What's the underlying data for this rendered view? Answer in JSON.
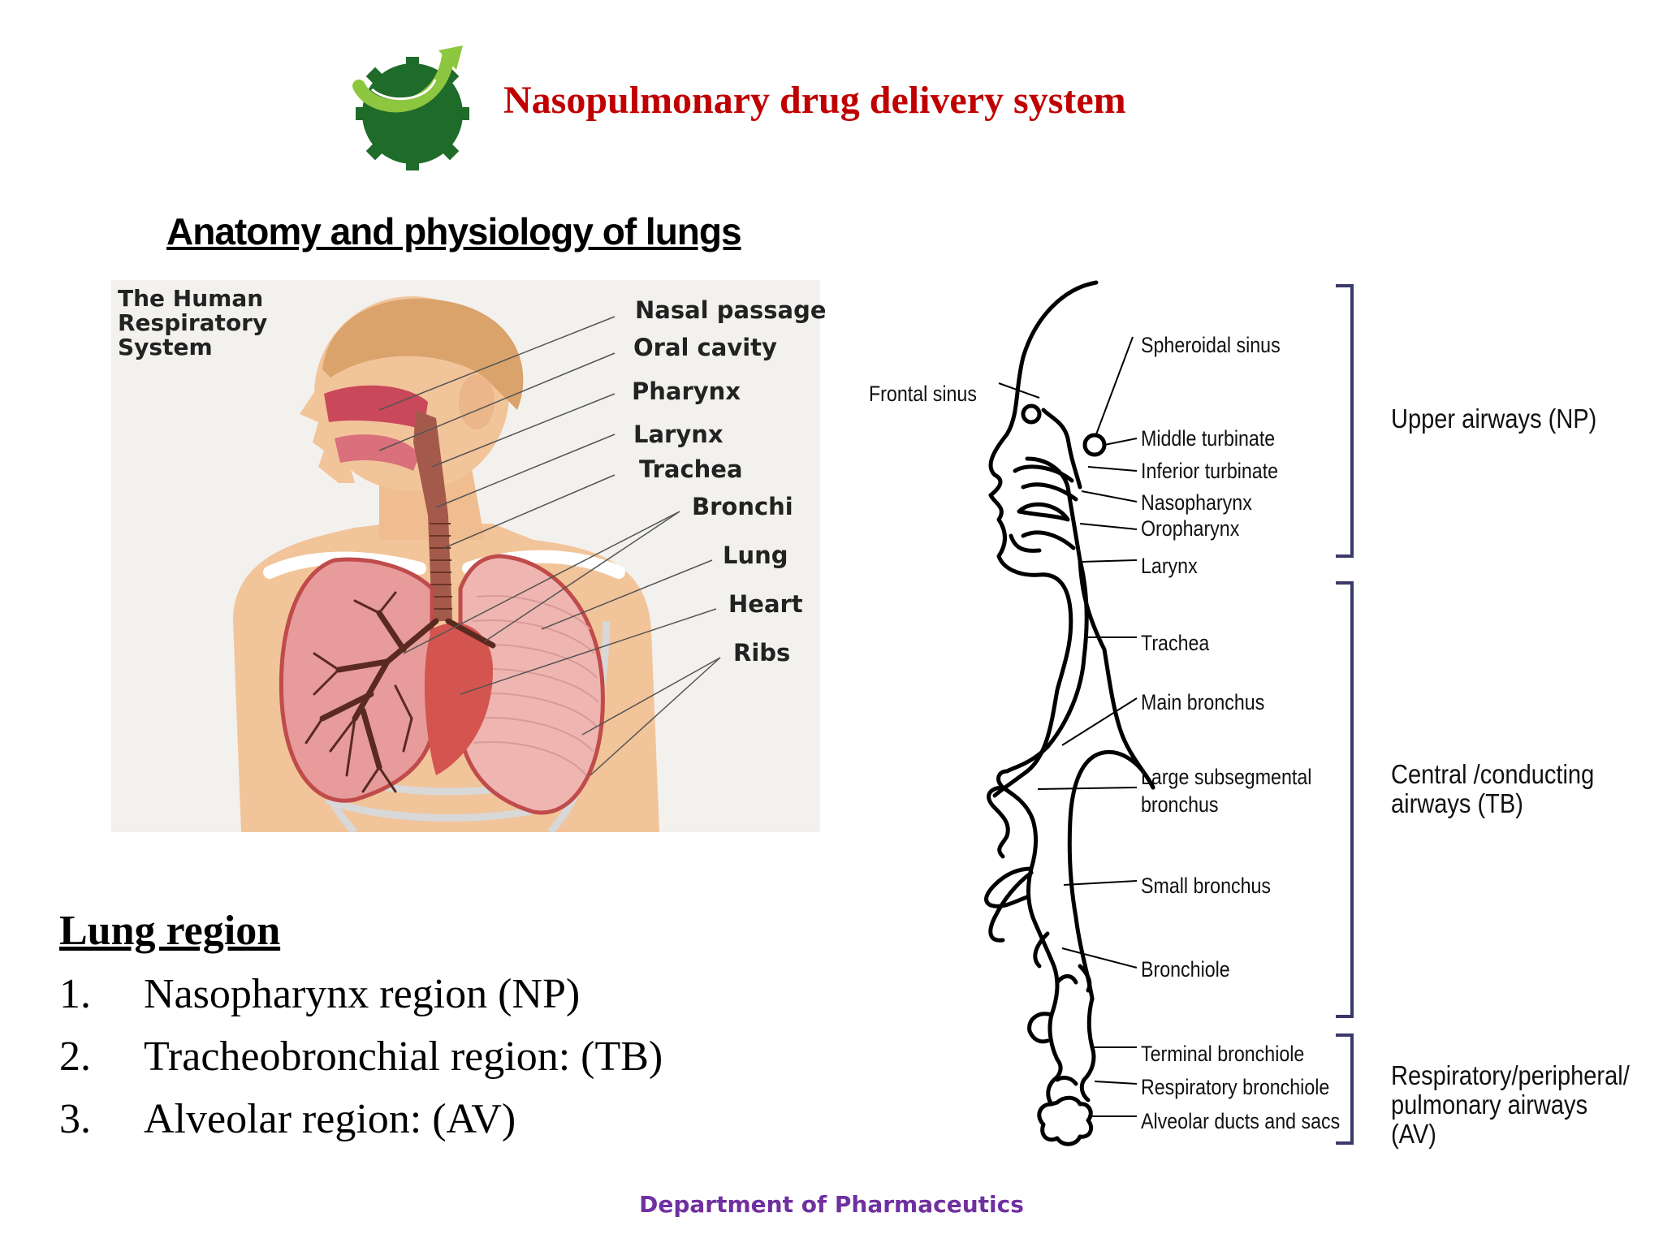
{
  "header": {
    "title": "Nasopulmonary drug delivery system"
  },
  "section": {
    "title": "Anatomy and physiology of lungs"
  },
  "respiratory_figure": {
    "caption_lines": [
      "The Human",
      "Respiratory",
      "System"
    ],
    "labels": [
      "Nasal passage",
      "Oral cavity",
      "Pharynx",
      "Larynx",
      "Trachea",
      "Bronchi",
      "Lung",
      "Heart",
      "Ribs"
    ]
  },
  "airway_figure": {
    "labels": {
      "frontal_sinus": "Frontal sinus",
      "spheroidal_sinus": "Spheroidal sinus",
      "middle_turbinate": "Middle turbinate",
      "inferior_turbinate": "Inferior turbinate",
      "nasopharynx": "Nasopharynx",
      "oropharynx": "Oropharynx",
      "larynx": "Larynx",
      "trachea": "Trachea",
      "main_bronchus": "Main bronchus",
      "large_subsegmental_1": "Large subsegmental",
      "large_subsegmental_2": "bronchus",
      "small_bronchus": "Small bronchus",
      "bronchiole": "Bronchiole",
      "terminal_bronchiole": "Terminal bronchiole",
      "respiratory_bronchiole": "Respiratory bronchiole",
      "alveolar_ducts": "Alveolar ducts and sacs"
    },
    "zones": {
      "upper_1": "Upper airways (NP)",
      "central_1": "Central /conducting",
      "central_2": "airways (TB)",
      "resp_1": "Respiratory/peripheral/",
      "resp_2": "pulmonary airways (AV)"
    },
    "colors": {
      "bracket": "#3a3a6a"
    }
  },
  "lung_region": {
    "heading": "Lung region",
    "items": [
      {
        "num": "1.",
        "text": "Nasopharynx region (NP)"
      },
      {
        "num": "2.",
        "text": "Tracheobronchial region: (TB)"
      },
      {
        "num": "3.",
        "text": "Alveolar region: (AV)"
      }
    ]
  },
  "footer": {
    "text": "Department of Pharmaceutics"
  },
  "colors": {
    "title": "#c00000",
    "footer": "#7030a0",
    "logo_green": "#1f6b2a",
    "logo_arrow": "#8dc63f"
  }
}
